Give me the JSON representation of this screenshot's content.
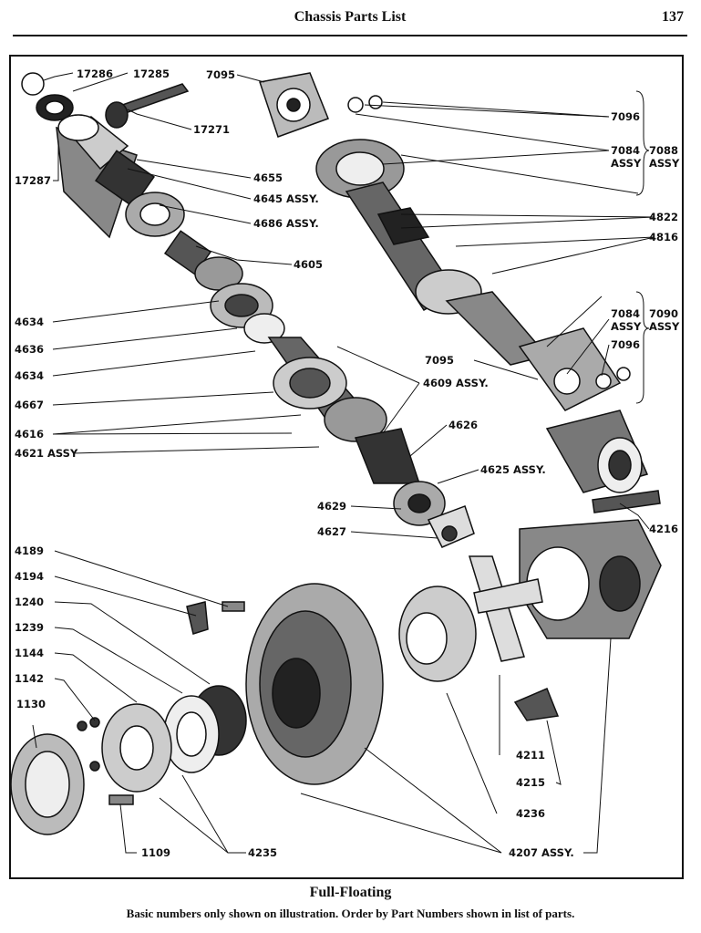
{
  "header": {
    "title": "Chassis Parts List",
    "page_number": "137"
  },
  "caption": {
    "title": "Full-Floating",
    "note": "Basic numbers only shown on illustration. Order by Part Numbers shown in list of parts."
  },
  "callouts": {
    "p17286": "17286",
    "p17285": "17285",
    "p17271": "17271",
    "p17287": "17287",
    "p4655": "4655",
    "p4645": "4645 ASSY.",
    "p4686": "4686 ASSY.",
    "p4605": "4605",
    "p4634a": "4634",
    "p4636": "4636",
    "p4634b": "4634",
    "p4667": "4667",
    "p4616": "4616",
    "p4621": "4621 ASSY",
    "p4609": "4609 ASSY.",
    "p4626": "4626",
    "p4625": "4625 ASSY.",
    "p4629": "4629",
    "p4627": "4627",
    "p7095a": "7095",
    "p7096a": "7096",
    "p7084a": "7084",
    "p7084a_assy": "ASSY",
    "p7088": "7088",
    "p7088_assy": "ASSY",
    "p4822": "4822",
    "p4816": "4816",
    "p7084b": "7084",
    "p7084b_assy": "ASSY",
    "p7090": "7090",
    "p7090_assy": "ASSY",
    "p7096b": "7096",
    "p7095b": "7095",
    "p4216": "4216",
    "p4189": "4189",
    "p4194": "4194",
    "p1240": "1240",
    "p1239": "1239",
    "p1144": "1144",
    "p1142": "1142",
    "p1130": "1130",
    "p4211": "4211",
    "p4215": "4215",
    "p4236": "4236",
    "p1109": "1109",
    "p4235": "4235",
    "p4207": "4207 ASSY."
  }
}
